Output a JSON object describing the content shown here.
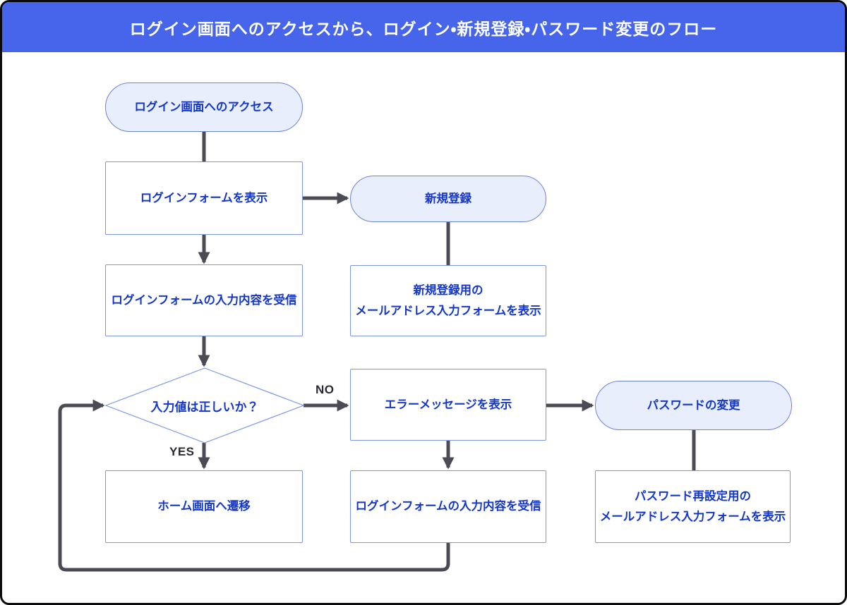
{
  "header": {
    "title": "ログイン画面へのアクセスから、ログイン・新規登録・パスワード変更のフロー"
  },
  "nodes": {
    "access": {
      "type": "pill",
      "label": "ログイン画面へのアクセス"
    },
    "show_login_form": {
      "type": "rect",
      "label": "ログインフォームを表示"
    },
    "receive_login_input": {
      "type": "rect",
      "label": "ログインフォームの入力内容を受信"
    },
    "validate": {
      "type": "diamond",
      "label": "入力値は正しいか？"
    },
    "go_home": {
      "type": "rect",
      "label": "ホーム画面へ遷移"
    },
    "signup": {
      "type": "pill",
      "label": "新規登録"
    },
    "signup_email_form": {
      "type": "rect",
      "line1": "新規登録用の",
      "line2": "メールアドレス入力フォームを表示"
    },
    "show_error": {
      "type": "rect",
      "label": "エラーメッセージを表示"
    },
    "receive_login_input2": {
      "type": "rect",
      "label": "ログインフォームの入力内容を受信"
    },
    "password_change": {
      "type": "pill",
      "label": "パスワードの変更"
    },
    "password_reset_form": {
      "type": "rect",
      "line1": "パスワード再設定用の",
      "line2": "メールアドレス入力フォームを表示"
    }
  },
  "edge_labels": {
    "no": "NO",
    "yes": "YES"
  },
  "colors": {
    "header_bg": "#4665ea",
    "node_text": "#1437c8",
    "node_border": "#7f97e2",
    "pill_border": "#6b84d8",
    "pill_fill": "#e9eefc",
    "rect_fill": "#ffffff",
    "arrow": "#4b4b55",
    "label_text": "#2a2a32",
    "frame_border": "#0b0b0e"
  }
}
